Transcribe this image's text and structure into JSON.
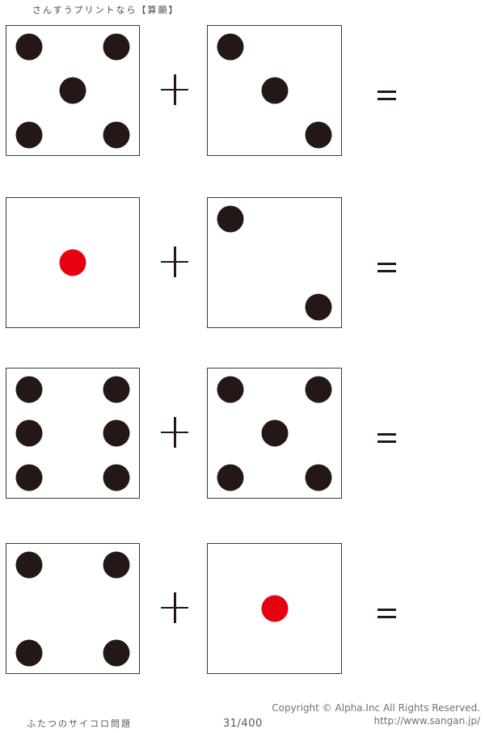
{
  "header": {
    "title": "さんすうプリントなら【算願】"
  },
  "colors": {
    "pip_black": "#231815",
    "pip_red": "#e60012",
    "die_border": "#3e3a39",
    "text_gray": "#595757"
  },
  "problems": [
    {
      "left": {
        "value": 5,
        "color": "black"
      },
      "operator": "+",
      "right": {
        "value": 3,
        "color": "black"
      },
      "result_symbol": "="
    },
    {
      "left": {
        "value": 1,
        "color": "red"
      },
      "operator": "+",
      "right": {
        "value": 2,
        "color": "black"
      },
      "result_symbol": "="
    },
    {
      "left": {
        "value": 6,
        "color": "black"
      },
      "operator": "+",
      "right": {
        "value": 5,
        "color": "black"
      },
      "result_symbol": "="
    },
    {
      "left": {
        "value": 4,
        "color": "black"
      },
      "operator": "+",
      "right": {
        "value": 1,
        "color": "red"
      },
      "result_symbol": "="
    }
  ],
  "footer": {
    "worksheet_title": "ふたつのサイコロ問題",
    "page_number": "31/400",
    "copyright": "Copyright ©  Alpha.Inc All Rights Reserved.",
    "url": "http://www.sangan.jp/"
  }
}
